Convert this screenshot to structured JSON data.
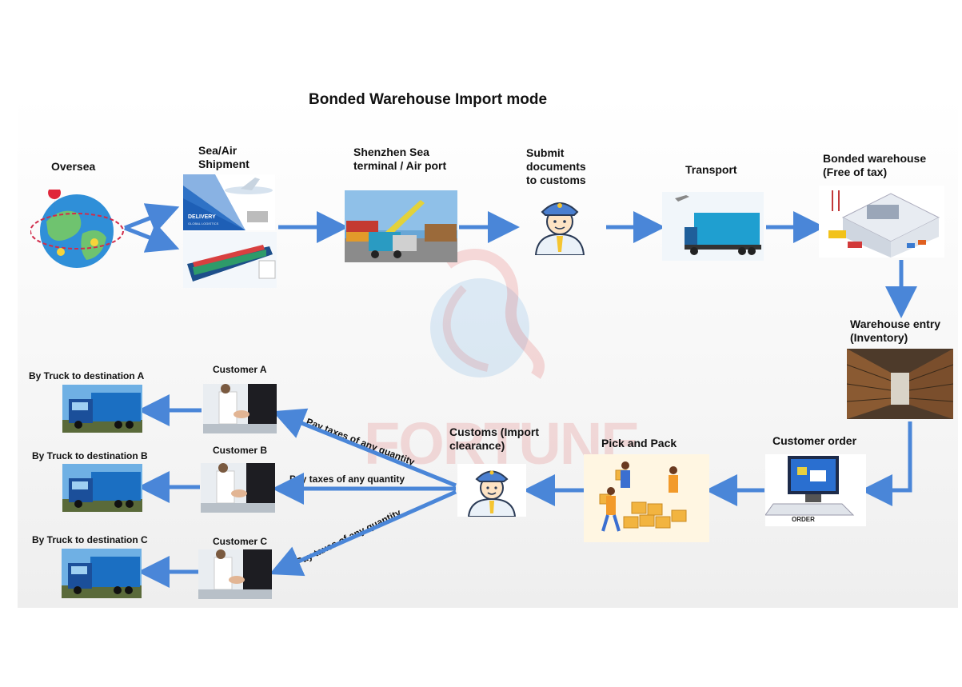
{
  "title": "Bonded Warehouse Import mode",
  "watermark": "FORTUNE",
  "steps": {
    "oversea": "Oversea",
    "sea_air_1": "Sea/Air",
    "sea_air_2": "Shipment",
    "shenzhen_1": "Shenzhen Sea",
    "shenzhen_2": "terminal / Air port",
    "submit_1": "Submit",
    "submit_2": "documents",
    "submit_3": "to customs",
    "transport": "Transport",
    "bonded_1": "Bonded warehouse",
    "bonded_2": "(Free of tax)",
    "entry_1": "Warehouse entry",
    "entry_2": "(Inventory)",
    "customer_order": "Customer order",
    "pick_pack": "Pick and Pack",
    "customs_1": "Customs   (Import",
    "customs_2": "clearance)"
  },
  "customers": [
    {
      "name": "Customer A",
      "truck": "By Truck to destination A"
    },
    {
      "name": "Customer B",
      "truck": "By Truck to destination B"
    },
    {
      "name": "Customer C",
      "truck": "By Truck to destination C"
    }
  ],
  "pay_taxes": "Pay taxes of any quantity",
  "image_text": {
    "delivery": "DELIVERY",
    "logistics": "GLOBAL LOGISTICS",
    "order": "ORDER"
  },
  "colors": {
    "arrow": "#4a86d8",
    "title_red": "#d40000",
    "truck_blue": "#1b6fc2"
  }
}
